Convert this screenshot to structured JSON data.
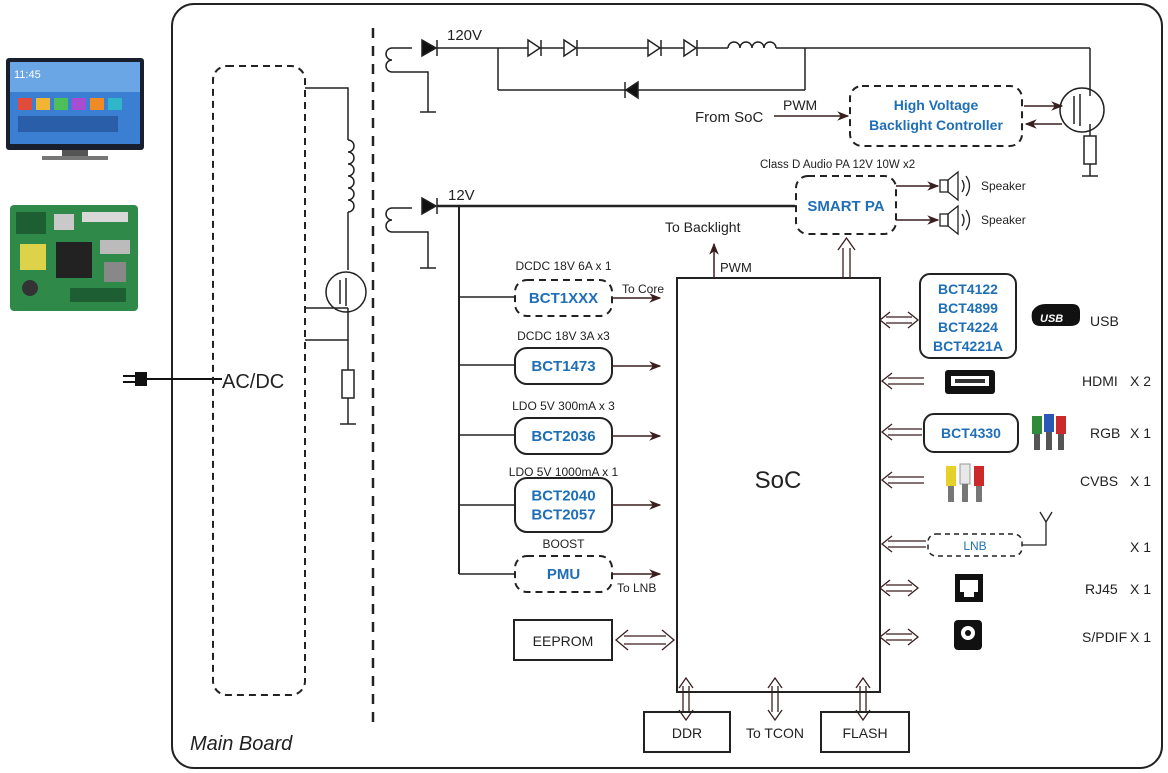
{
  "board_label": "Main Board",
  "power": {
    "acdc": "AC/DC",
    "v120": "120V",
    "v12": "12V",
    "pwm_in": "PWM",
    "from_soc": "From SoC",
    "backlight_ctrl_1": "High Voltage",
    "backlight_ctrl_2": "Backlight Controller"
  },
  "audio": {
    "class_d": "Class D Audio PA  12V 10W x2",
    "smart_pa": "SMART PA",
    "speaker1": "Speaker",
    "speaker2": "Speaker"
  },
  "soc": {
    "label": "SoC",
    "to_backlight": "To Backlight",
    "pwm": "PWM"
  },
  "regulators": [
    {
      "caption": "DCDC 18V 6A x 1",
      "lines": [
        "BCT1XXX"
      ],
      "dashed": true,
      "out": "To Core"
    },
    {
      "caption": "DCDC 18V 3A x3",
      "lines": [
        "BCT1473"
      ],
      "dashed": false,
      "out": ""
    },
    {
      "caption": "LDO 5V 300mA x 3",
      "lines": [
        "BCT2036"
      ],
      "dashed": false,
      "out": ""
    },
    {
      "caption": "LDO 5V 1000mA x 1",
      "lines": [
        "BCT2040",
        "BCT2057"
      ],
      "dashed": false,
      "out": ""
    },
    {
      "caption": "BOOST",
      "lines": [
        "PMU"
      ],
      "dashed": true,
      "out": "To LNB"
    }
  ],
  "memory": {
    "eeprom": "EEPROM",
    "ddr": "DDR",
    "tcon": "To TCON",
    "flash": "FLASH"
  },
  "usb_chips": [
    "BCT4122",
    "BCT4899",
    "BCT4224",
    "BCT4221A"
  ],
  "rgb_chip": "BCT4330",
  "lnb_chip": "LNB",
  "usb_logo": "USB",
  "ports": [
    {
      "name": "USB",
      "count": ""
    },
    {
      "name": "HDMI",
      "count": "X 2"
    },
    {
      "name": "RGB",
      "count": "X 1"
    },
    {
      "name": "CVBS",
      "count": "X 1"
    },
    {
      "name": "",
      "count": "X 1"
    },
    {
      "name": "RJ45",
      "count": "X 1"
    },
    {
      "name": "S/PDIF",
      "count": "X 1"
    }
  ],
  "tv_time": "11:45"
}
